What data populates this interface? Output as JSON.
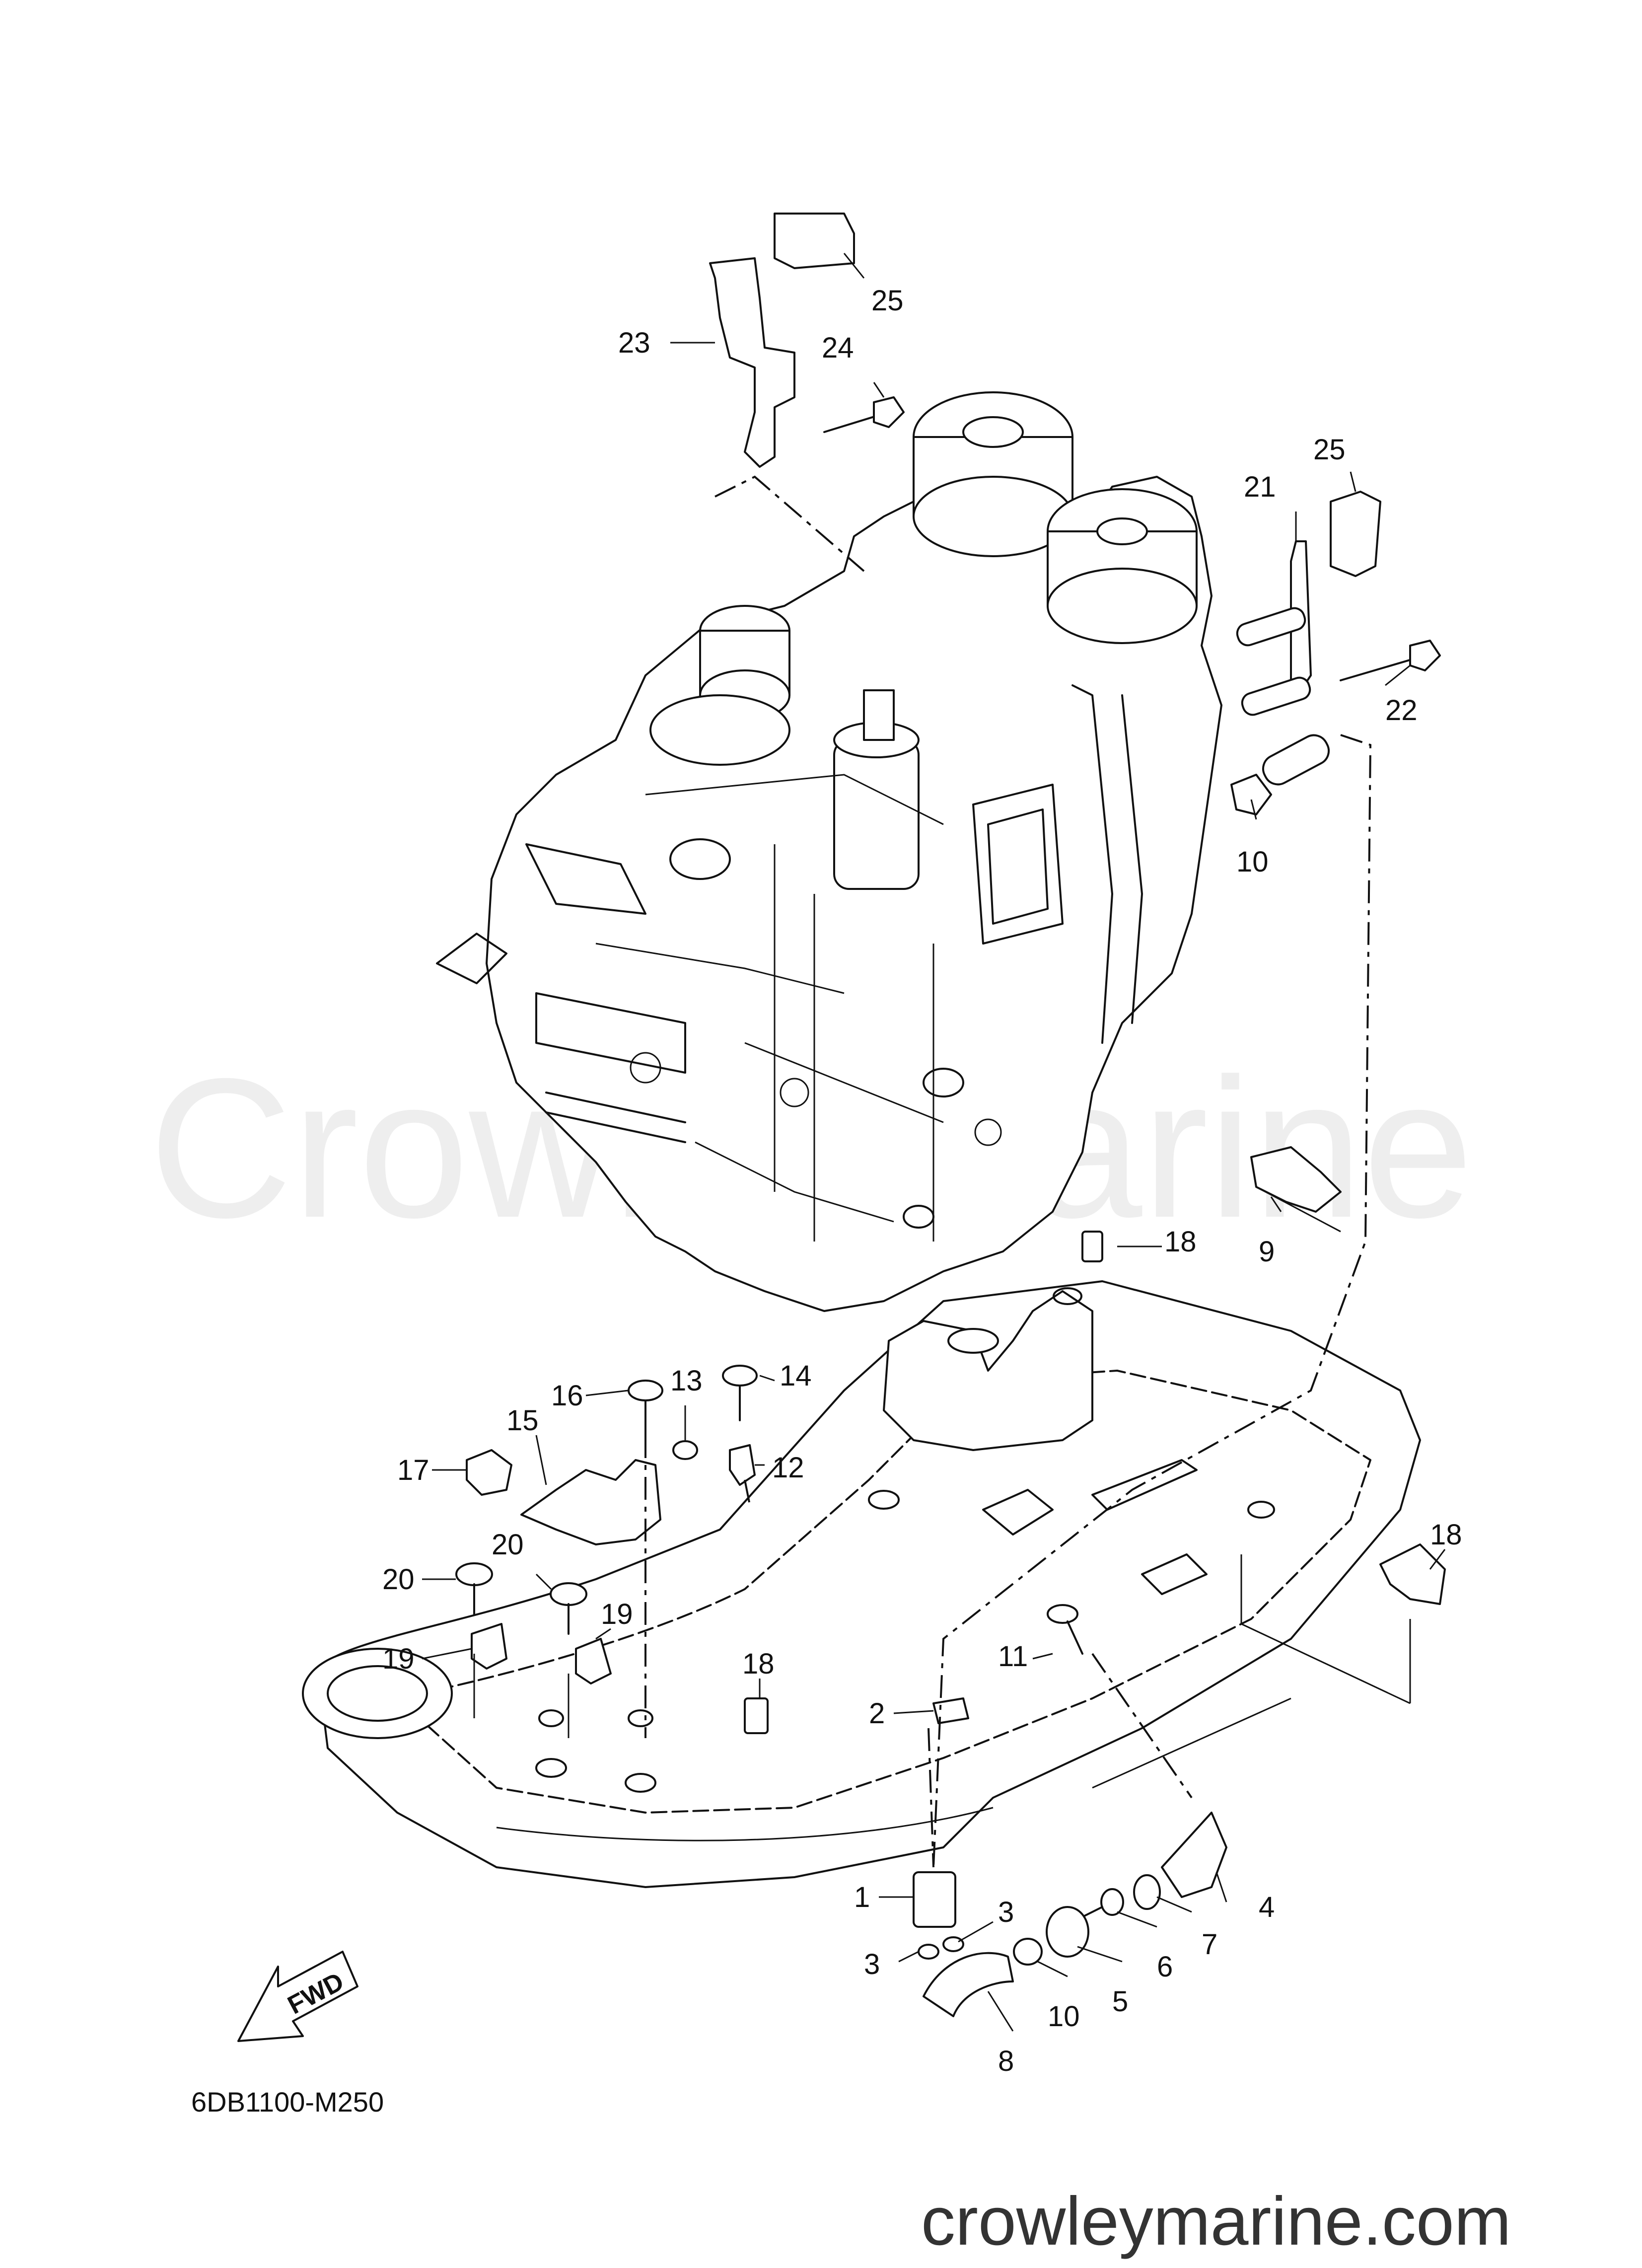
{
  "diagram": {
    "code": "6DB1100-M250",
    "watermark": "CrowleyMarine",
    "footer_url": "crowleymarine.com",
    "fwd_label": "FWD"
  },
  "callouts": {
    "c1": "1",
    "c2": "2",
    "c3a": "3",
    "c3b": "3",
    "c4": "4",
    "c5": "5",
    "c6": "6",
    "c7": "7",
    "c8": "8",
    "c9": "9",
    "c10a": "10",
    "c10b": "10",
    "c11": "11",
    "c12": "12",
    "c13": "13",
    "c14": "14",
    "c15": "15",
    "c16": "16",
    "c17": "17",
    "c18a": "18",
    "c18b": "18",
    "c18c": "18",
    "c19a": "19",
    "c19b": "19",
    "c20a": "20",
    "c20b": "20",
    "c21": "21",
    "c22": "22",
    "c23": "23",
    "c24": "24",
    "c25a": "25",
    "c25b": "25"
  }
}
